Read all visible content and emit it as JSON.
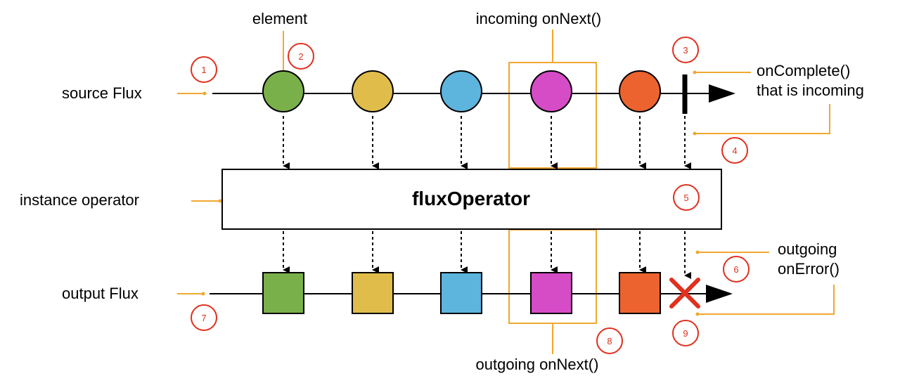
{
  "labels": {
    "source_flux": "source Flux",
    "instance_operator": "instance operator",
    "output_flux": "output Flux",
    "element": "element",
    "incoming_onnext": "incoming onNext()",
    "oncomplete_line1": "onComplete()",
    "oncomplete_line2": "that is incoming",
    "outgoing_line1": "outgoing",
    "outgoing_line2": "onError()",
    "outgoing_onnext": "outgoing onNext()"
  },
  "operator": {
    "name": "fluxOperator"
  },
  "badges": [
    "1",
    "2",
    "3",
    "4",
    "5",
    "6",
    "7",
    "8",
    "9"
  ],
  "elements": [
    {
      "color": "#7ab04a"
    },
    {
      "color": "#e0bd4b"
    },
    {
      "color": "#5db4dd"
    },
    {
      "color": "#d64bc6"
    },
    {
      "color": "#ec6330"
    }
  ],
  "colors": {
    "annotation": "#f0a830",
    "badge": "#e0301e",
    "error_mark": "#e0301e",
    "line": "#000000"
  }
}
